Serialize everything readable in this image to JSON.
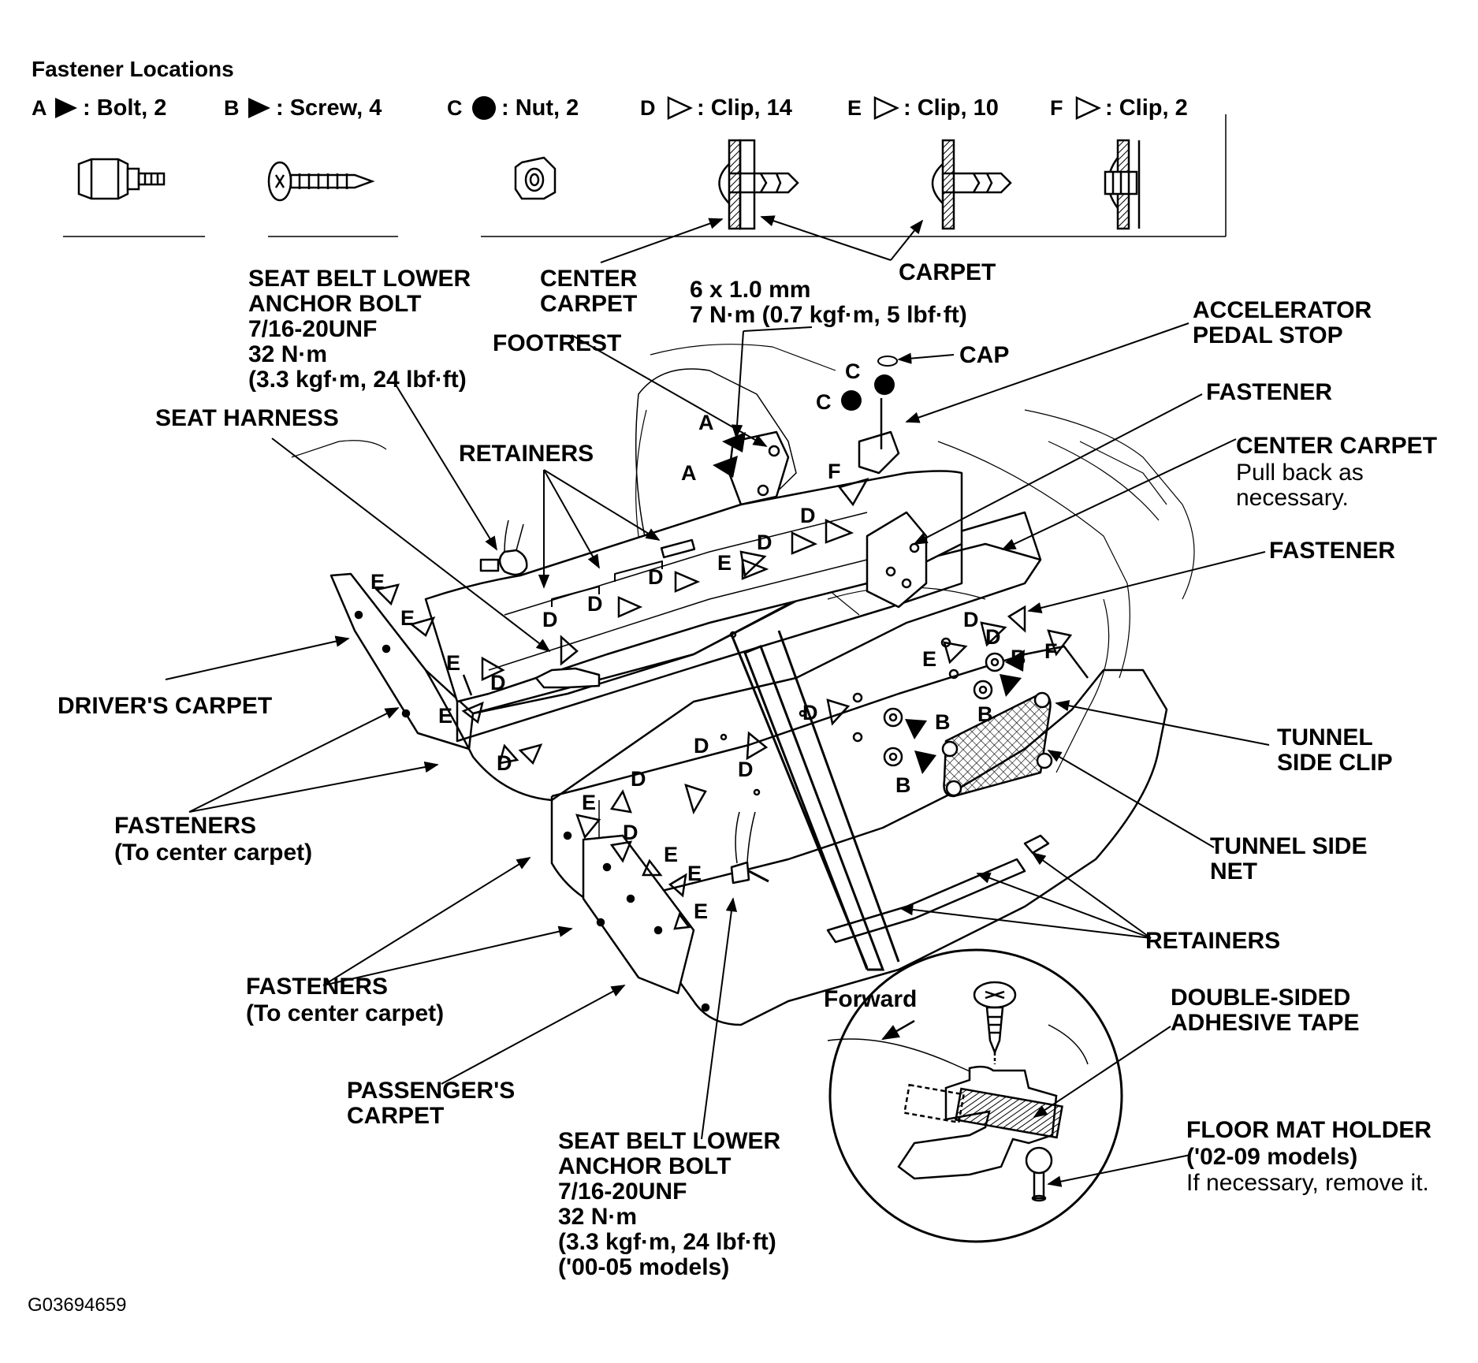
{
  "header": {
    "title": "Fastener Locations"
  },
  "legend": [
    {
      "letter": "A",
      "symbol": "filled-triangle",
      "text": ": Bolt, 2"
    },
    {
      "letter": "B",
      "symbol": "filled-triangle",
      "text": ": Screw, 4"
    },
    {
      "letter": "C",
      "symbol": "filled-circle",
      "text": ": Nut, 2"
    },
    {
      "letter": "D",
      "symbol": "open-triangle",
      "text": ": Clip, 14"
    },
    {
      "letter": "E",
      "symbol": "open-triangle",
      "text": ": Clip, 10"
    },
    {
      "letter": "F",
      "symbol": "open-triangle",
      "text": ": Clip, 2"
    }
  ],
  "callouts": {
    "carpet_clip": "CARPET",
    "center_carpet_clip": "CENTER\nCARPET",
    "seat_belt_top": "SEAT BELT LOWER\nANCHOR BOLT\n7/16-20UNF\n32 N·m\n(3.3 kgf·m, 24 lbf·ft)",
    "bolt_spec": "6 x 1.0 mm\n7 N·m (0.7 kgf·m, 5 lbf·ft)",
    "footrest": "FOOTREST",
    "cap": "CAP",
    "accelerator": "ACCELERATOR\nPEDAL STOP",
    "seat_harness": "SEAT HARNESS",
    "retainers_top": "RETAINERS",
    "fastener_1": "FASTENER",
    "center_carpet_title": "CENTER CARPET",
    "center_carpet_note": "Pull back as\nnecessary.",
    "fastener_2": "FASTENER",
    "drivers_carpet": "DRIVER'S CARPET",
    "tunnel_clip": "TUNNEL\nSIDE CLIP",
    "fasteners_1_title": "FASTENERS",
    "fasteners_1_note": "(To center carpet)",
    "tunnel_net": "TUNNEL SIDE\nNET",
    "retainers_bottom": "RETAINERS",
    "fasteners_2_title": "FASTENERS",
    "fasteners_2_note": "(To center carpet)",
    "forward": "Forward",
    "tape": "DOUBLE-SIDED\nADHESIVE TAPE",
    "passengers_carpet": "PASSENGER'S\nCARPET",
    "floor_mat_title": "FLOOR MAT HOLDER",
    "floor_mat_models": "('02-09 models)",
    "floor_mat_note": "If necessary, remove it.",
    "seat_belt_bottom": "SEAT BELT LOWER\nANCHOR BOLT\n7/16-20UNF\n32 N·m\n(3.3 kgf·m, 24 lbf·ft)\n('00-05 models)"
  },
  "fastener_marks": {
    "A": "A",
    "B": "B",
    "C": "C",
    "D": "D",
    "E": "E",
    "F": "F"
  },
  "figure_code": "G03694659"
}
